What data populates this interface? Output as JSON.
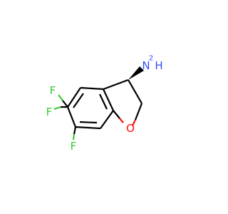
{
  "molecule": {
    "atoms": {
      "amine_n": "N",
      "amine_h": "H",
      "amine_h_count": "2",
      "ring_o": "O",
      "f5": "F",
      "f6": "F",
      "f7": "F"
    },
    "colors": {
      "bond": "#000000",
      "fluorine": "#33cc33",
      "oxygen": "#ff0d0d",
      "nitrogen": "#3050f8"
    }
  }
}
